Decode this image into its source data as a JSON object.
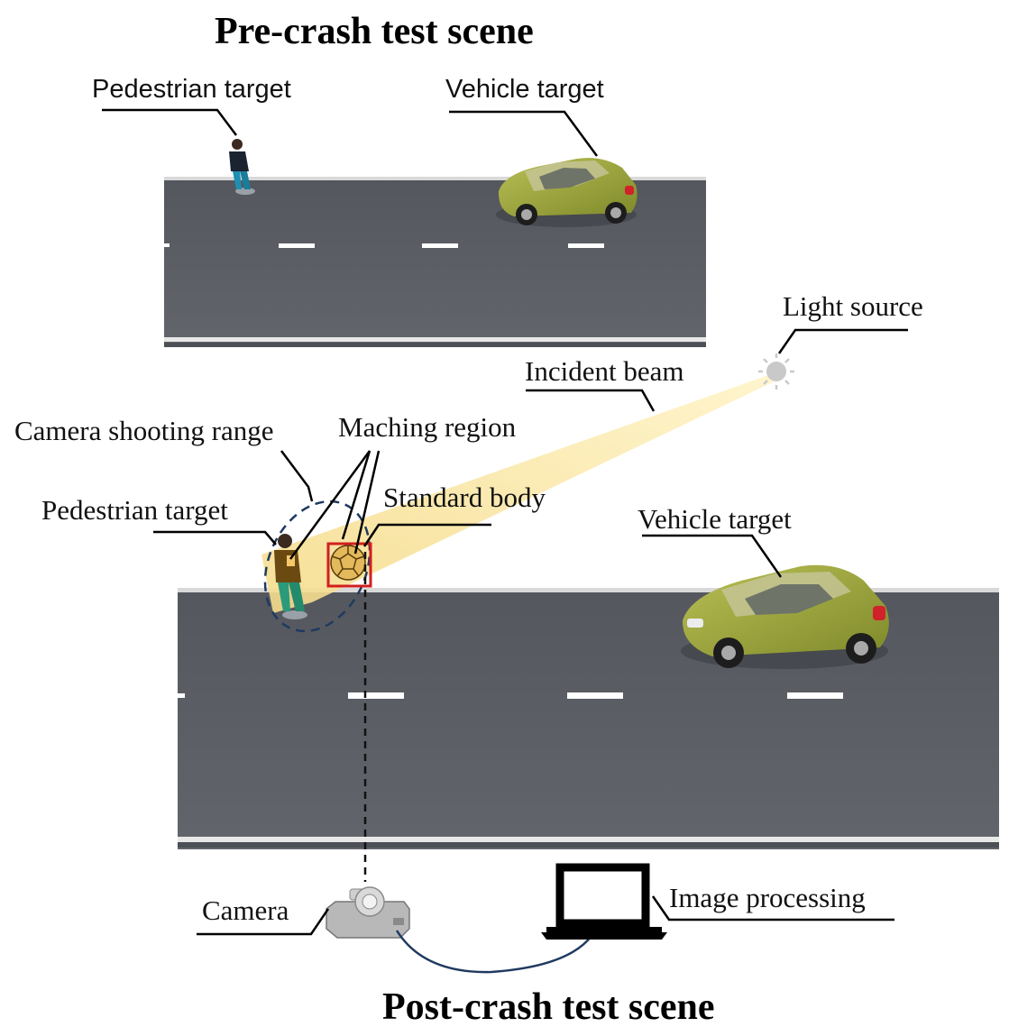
{
  "titles": {
    "pre": "Pre-crash test scene",
    "post": "Post-crash test scene"
  },
  "labels": {
    "pre_pedestrian": "Pedestrian target",
    "pre_vehicle": "Vehicle target",
    "light_source": "Light source",
    "incident_beam": "Incident beam",
    "camera_range": "Camera shooting range",
    "matching_region": "Maching region",
    "standard_body": "Standard body",
    "post_pedestrian": "Pedestrian target",
    "post_vehicle": "Vehicle target",
    "camera": "Camera",
    "image_processing": "Image processing"
  },
  "colors": {
    "road": "#5b5e64",
    "road_edge": "#e8e8e8",
    "lane_mark": "#ffffff",
    "car_body": "#9aa33a",
    "beam": "#f9e6a6",
    "match_box": "#d11f1f",
    "range_ellipse": "#1f3a60"
  }
}
